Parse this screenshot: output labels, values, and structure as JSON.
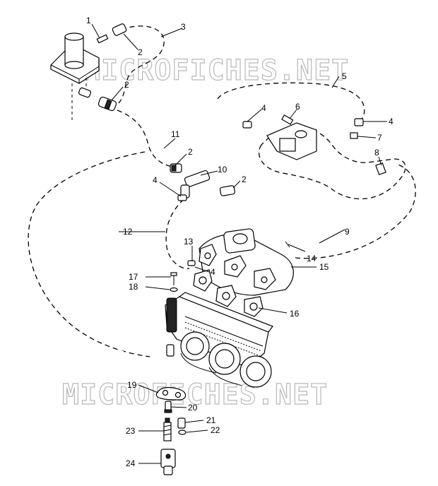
{
  "watermark": "MICROFICHES.NET",
  "callouts": {
    "c1": "1",
    "c2a": "2",
    "c2b": "2",
    "c2c": "2",
    "c2d": "2",
    "c3": "3",
    "c4a": "4",
    "c4b": "4",
    "c4c": "4",
    "c4d": "4",
    "c5": "5",
    "c6": "6",
    "c7": "7",
    "c8": "8",
    "c9": "9",
    "c10": "10",
    "c11": "11",
    "c12": "12",
    "c13": "13",
    "c14": "14",
    "c15": "15",
    "c16": "16",
    "c17": "17",
    "c18": "18",
    "c19": "19",
    "c20": "20",
    "c21": "21",
    "c22": "22",
    "c23": "23",
    "c24": "24"
  }
}
